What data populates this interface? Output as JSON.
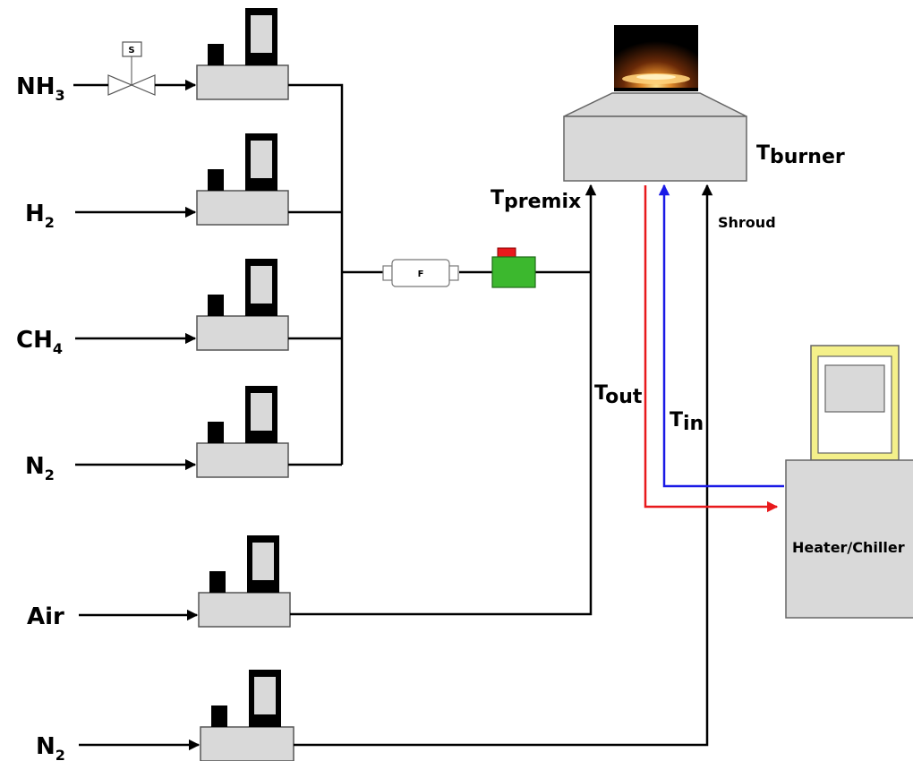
{
  "gas_inlets": [
    {
      "base": "NH",
      "sub": "3"
    },
    {
      "base": "H",
      "sub": "2"
    },
    {
      "base": "CH",
      "sub": "4"
    },
    {
      "base": "N",
      "sub": "2"
    },
    {
      "base": "Air",
      "sub": ""
    },
    {
      "base": "N",
      "sub": "2"
    }
  ],
  "solenoid_valve_label": "S",
  "filter_label": "F",
  "burner_temp": {
    "base": "T",
    "sub": "burner"
  },
  "premix_temp": {
    "base": "T",
    "sub": "premix"
  },
  "outlet_temp": {
    "base": "T",
    "sub": "out"
  },
  "inlet_temp": {
    "base": "T",
    "sub": "in"
  },
  "shroud_label": "Shroud",
  "heater_chiller_label": "Heater/Chiller",
  "colors": {
    "hot_line": "#e8191c",
    "cold_line": "#1a1ae6",
    "mixer": "#3cb82e",
    "mixer_button": "#e8191c",
    "controller_screen": "#f4f08a"
  }
}
